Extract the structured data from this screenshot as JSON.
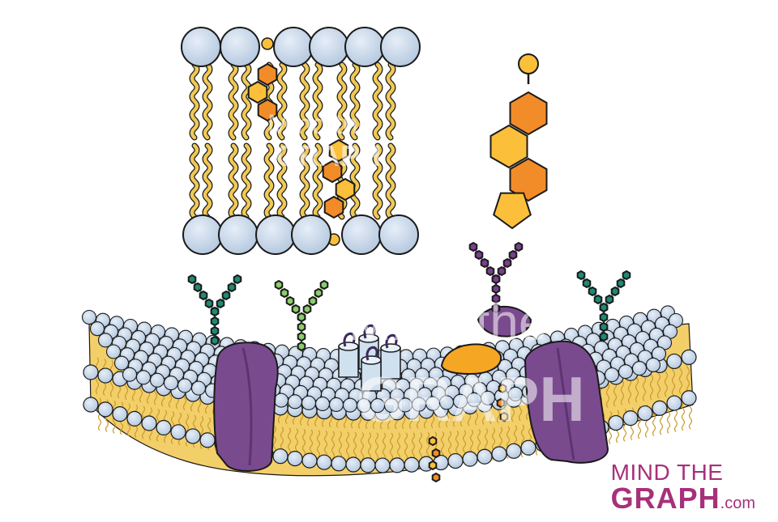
{
  "watermark": {
    "line1": "Mind the",
    "line2": "GRAPH",
    "small_line1": "Mind the",
    "small_line2": "GRAPH"
  },
  "brand": {
    "line1": "MIND THE",
    "line2": "GRAPH",
    "suffix": ".com",
    "color": "#a7307a"
  },
  "colors": {
    "lipid_head": "#c8d8ea",
    "lipid_head_stroke": "#1a1a1a",
    "lipid_tail": "#f0c855",
    "cholesterol_dark": "#f28c28",
    "cholesterol_light": "#fbbf3a",
    "protein_purple": "#7a4a8e",
    "protein_purple_dark": "#5c3470",
    "glycan_teal": "#1f8a74",
    "glycan_green": "#8ccc6a",
    "glycan_purple": "#7a3f8c",
    "channel_blue": "#cfe0ef",
    "peripheral_orange": "#f5a623"
  },
  "icons": [
    "phospholipid-bilayer-icon",
    "cholesterol-molecule-icon",
    "cell-membrane-icon",
    "transmembrane-protein-icon",
    "glycoprotein-icon",
    "ion-channel-icon",
    "peripheral-protein-icon"
  ]
}
